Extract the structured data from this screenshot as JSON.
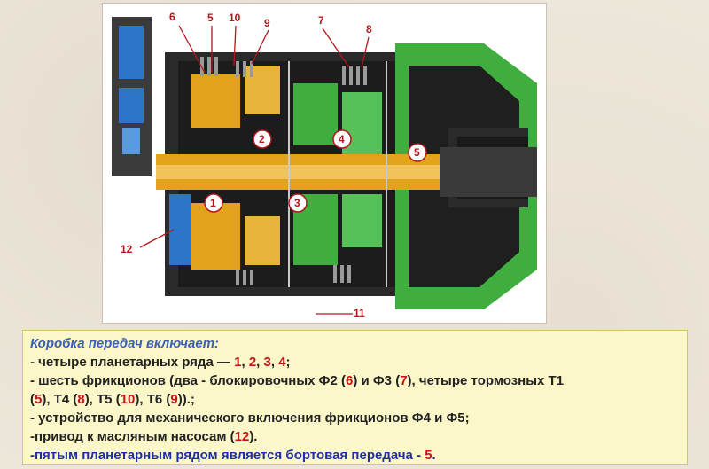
{
  "callouts": {
    "c6": "6",
    "c5": "5",
    "c10": "10",
    "c9": "9",
    "c7": "7",
    "c8": "8",
    "c12": "12",
    "c11": "11",
    "r1": "1",
    "r2": "2",
    "r3": "3",
    "r4": "4",
    "r5": "5"
  },
  "caption": {
    "title": "Коробка передач включает:",
    "l1_text": "- четыре планетарных ряда — ",
    "l1_n1": "1",
    "l1_s1": ", ",
    "l1_n2": "2",
    "l1_s2": ", ",
    "l1_n3": "3",
    "l1_s3": ", ",
    "l1_n4": "4",
    "l1_end": ";",
    "l2_text": "- шесть фрикционов (два - блокировочных Ф2 (",
    "l2_n1": "6",
    "l2_mid": ") и Ф3 (",
    "l2_n2": "7",
    "l2_end": "), четыре тормозных Т1",
    "l3_open": "(",
    "l3_n1": "5",
    "l3_t1": "), Т4 (",
    "l3_n2": "8",
    "l3_t2": "), Т5 (",
    "l3_n3": "10",
    "l3_t3": "), Т6 (",
    "l3_n4": "9",
    "l3_end": ")).;",
    "l4_text": "- устройство для механического включения фрикционов Ф4 и Ф5;",
    "l5_text": "-привод к масляным насосам (",
    "l5_n1": "12",
    "l5_end": ").",
    "l6_text": "-пятым планетарным рядом является бортовая передача - ",
    "l6_n1": "5",
    "l6_end": "."
  },
  "colors": {
    "caption_title": "#3b5fb4",
    "number_red": "#c8121b",
    "blue_line": "#1d2ea8",
    "orange_parts": "#e3a21c",
    "green_parts": "#3fae3f",
    "blue_parts": "#2e74c9",
    "dark_parts": "#2a2a2a"
  }
}
